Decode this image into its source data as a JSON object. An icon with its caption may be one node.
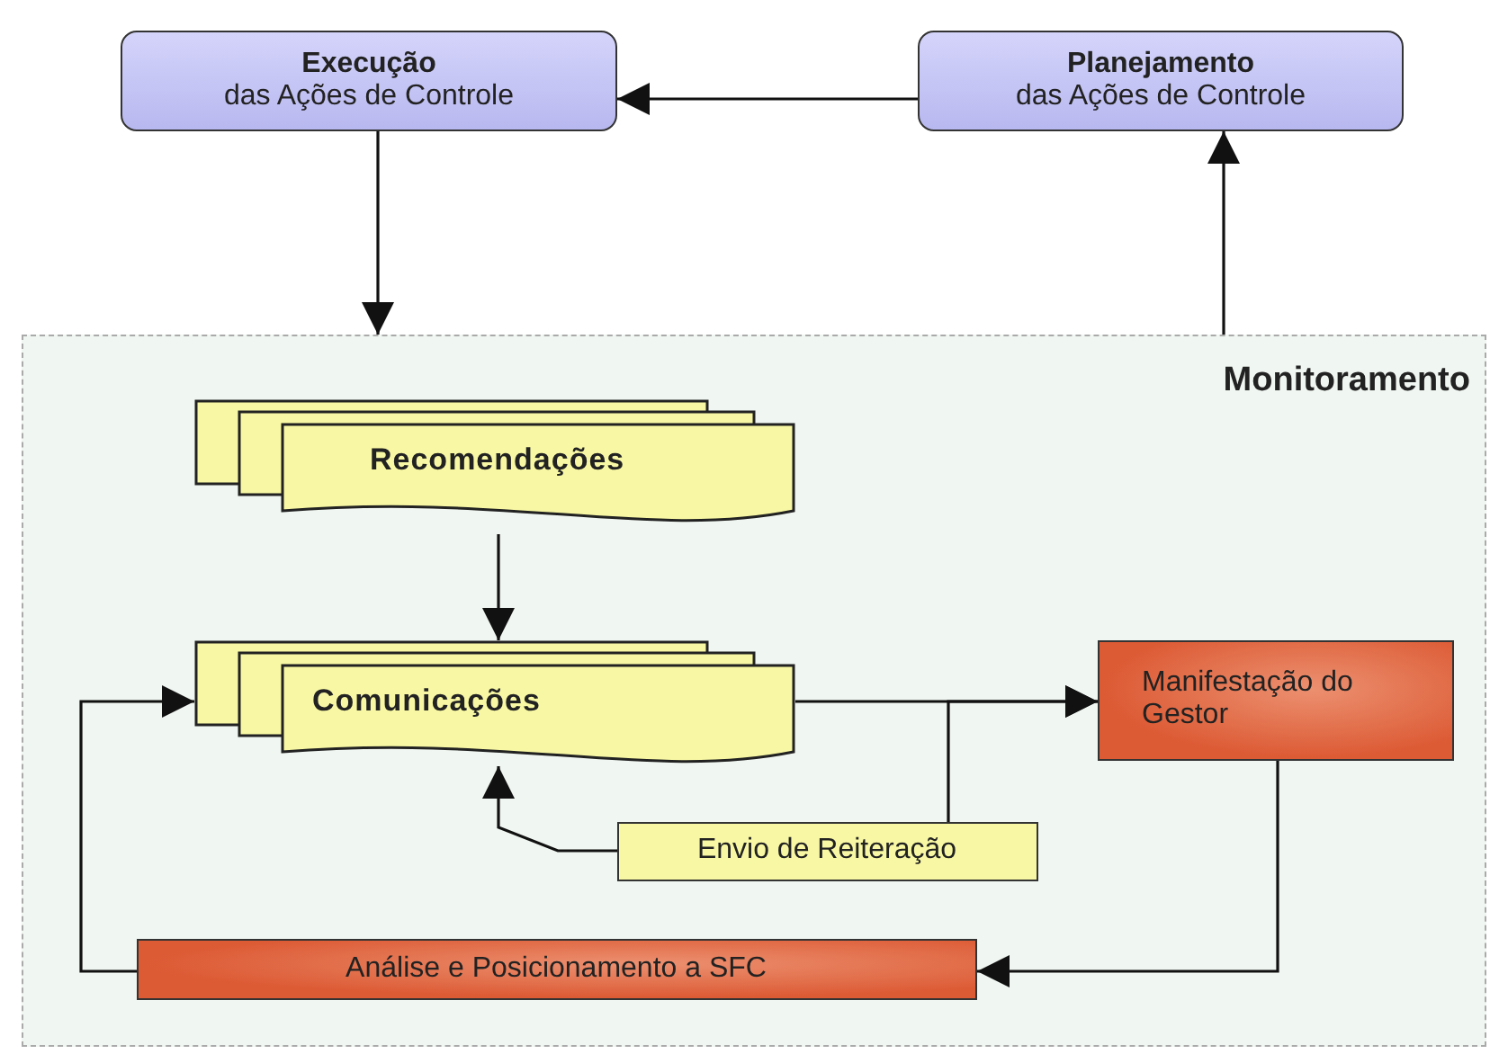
{
  "diagram": {
    "nodes": [
      {
        "text": [
          "Execução",
          "das Ações de Controle"
        ]
      },
      {
        "text": [
          "Planejamento",
          "das Ações de Controle"
        ]
      },
      {
        "text": [
          "Monitoramento"
        ]
      },
      {
        "text": [
          "Recomendações"
        ],
        "in": 2
      },
      {
        "text": [
          "Comunicações"
        ],
        "in": 2
      },
      {
        "text": [
          "Manifestação do Gestor"
        ],
        "in": 2
      },
      {
        "text": [
          "Envio de Reiteração"
        ],
        "in": 2
      },
      {
        "text": [
          "Análise e Posicionamento a SFC"
        ],
        "in": 2
      }
    ],
    "edges": [
      {
        "from": 1,
        "to": 0,
        "arrow": "to"
      },
      {
        "from": 0,
        "to": 2,
        "arrow": "to"
      },
      {
        "from": 2,
        "to": 1,
        "arrow": "to"
      },
      {
        "from": 3,
        "to": 4,
        "arrow": "to"
      },
      {
        "from": 4,
        "to": 5,
        "arrow": "to"
      },
      {
        "from": 6,
        "to": 5,
        "arrow": "to"
      },
      {
        "from": 6,
        "to": 4,
        "arrow": "to"
      },
      {
        "from": 5,
        "to": 7,
        "arrow": "to"
      },
      {
        "from": 7,
        "to": 4,
        "arrow": "to"
      }
    ]
  }
}
